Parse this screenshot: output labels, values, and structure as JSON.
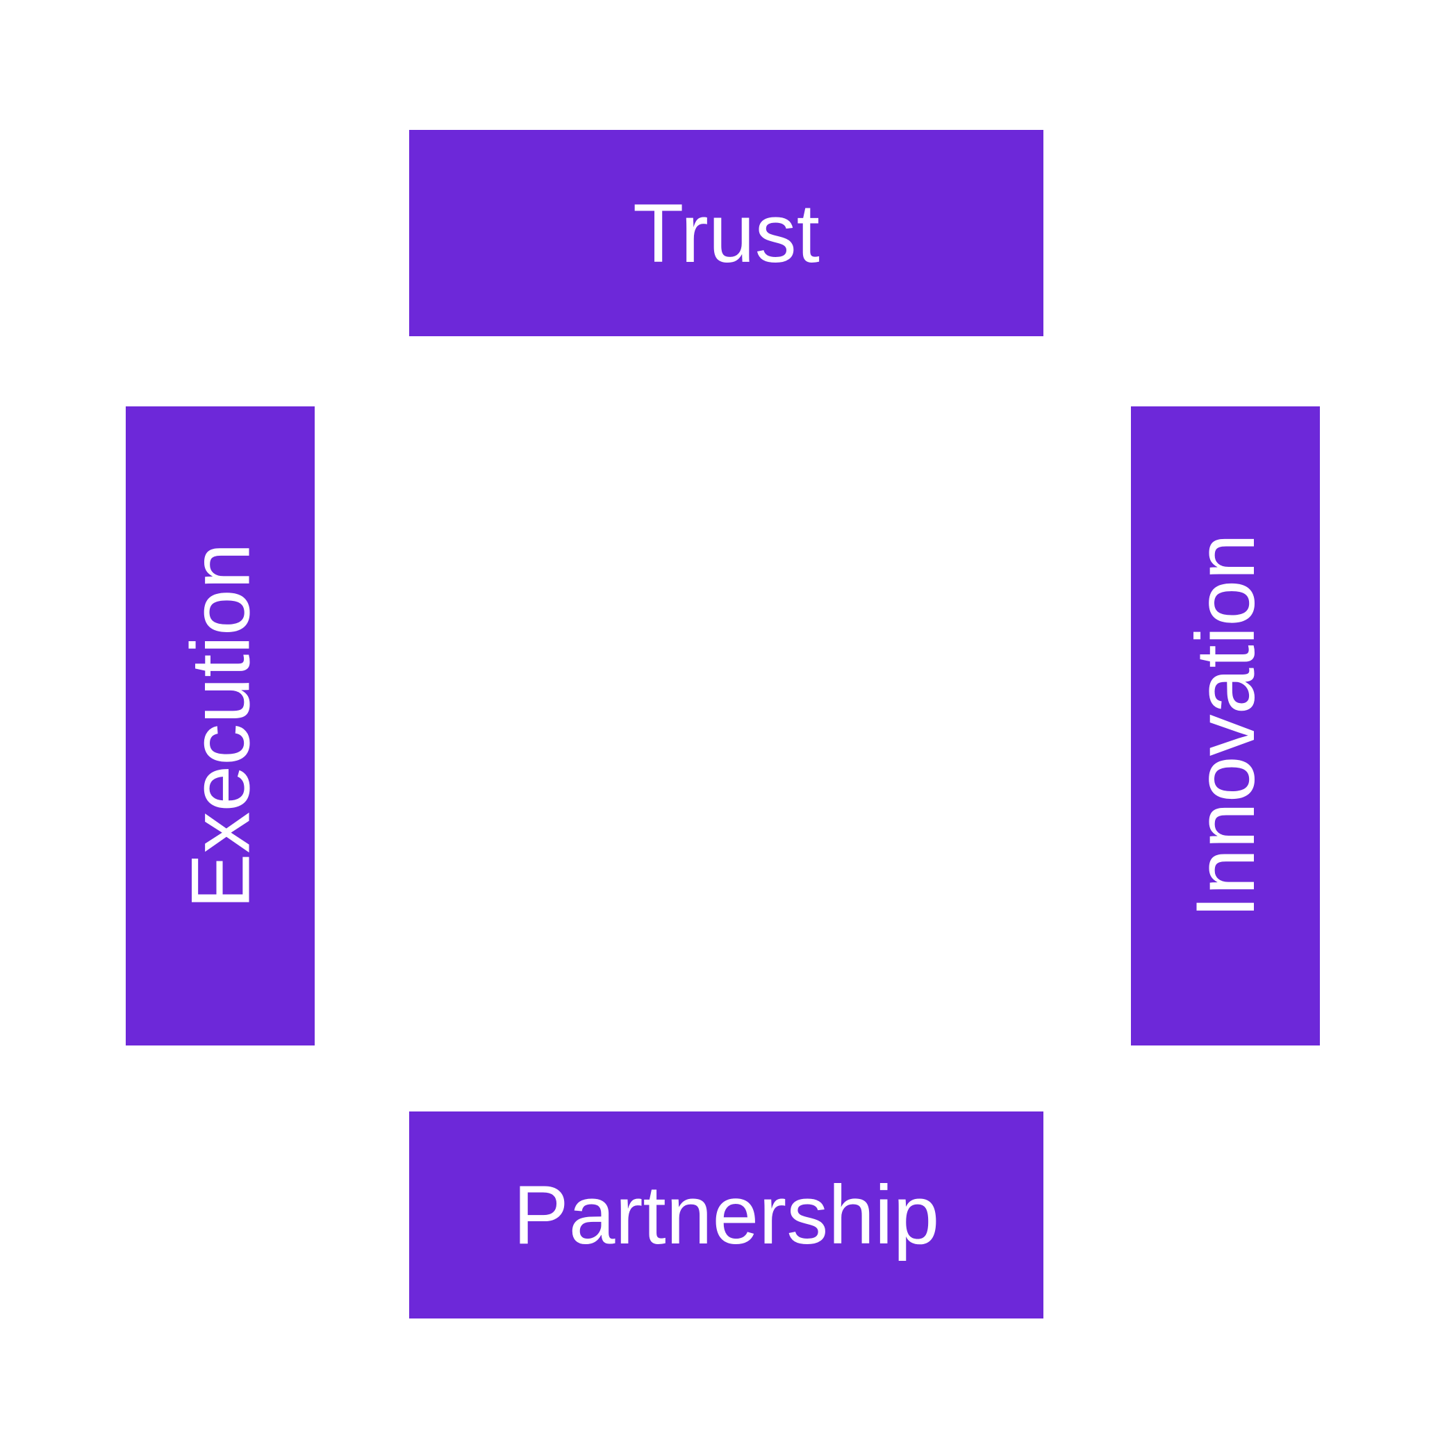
{
  "colors": {
    "background": "#ffffff",
    "box_fill": "#6d28d9",
    "label_text": "#ffffff"
  },
  "diagram": {
    "description": "four-value square diagram",
    "nodes": {
      "top": {
        "label": "Trust",
        "orientation": "horizontal"
      },
      "right": {
        "label": "Innovation",
        "orientation": "vertical-bottom-to-top"
      },
      "bottom": {
        "label": "Partnership",
        "orientation": "horizontal"
      },
      "left": {
        "label": "Execution",
        "orientation": "vertical-bottom-to-top"
      }
    }
  }
}
